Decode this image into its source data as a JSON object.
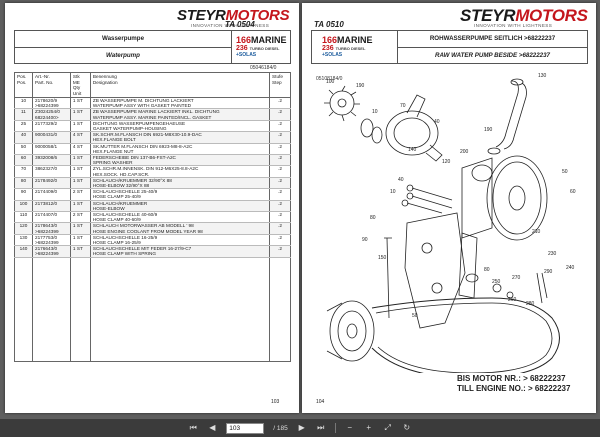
{
  "left_page": {
    "brand_prefix": "STEYR",
    "brand_suffix": "MOTORS",
    "tagline": "INNOVATION WITH LIGHTNESS",
    "code": "TA 0504",
    "title_de": "Wasserpumpe",
    "title_en": "Waterpump",
    "marine": {
      "num1": "166",
      "num2": "236",
      "word": "MARINE",
      "sub": "TURBO DIESEL",
      "solas": "+SOLAS"
    },
    "ref": "05046184/0",
    "headers": {
      "pos": "Pos.\nPos.",
      "art": "Art.-Nr.\nPart. No.",
      "qty": "Stk ME\nQty Unit",
      "des": "Benennung\nDesignation",
      "stufe": "Stufe\nStep"
    },
    "rows": [
      {
        "pos": "10",
        "art": "2178620/9\n>68224399",
        "qty": "1  ST",
        "des": "ZB WASSERPUMPE M. DICHTUNG          LACKIERT\nWATERPUMP ASSY WITH GASKET     PAINTED",
        "stufe": ".2"
      },
      {
        "pos": "11",
        "art": "Z3024254/0\n68224400>",
        "qty": "1  ST",
        "des": "ZB WASSERPUMPE MARINE LACKIERT INKL. DICHTUNG\nWATERPUMP ASSY. MARINE PAINTED/INCL. GASKET",
        "stufe": ".2"
      },
      {
        "pos": "25",
        "art": "2177329/2",
        "qty": "1  ST",
        "des": "DICHTUNG WASSERPUMPENGEHAEUSE\nGASKET WATERPUMP-HOUSING",
        "stufe": ".2"
      },
      {
        "pos": "40",
        "art": "9000431/0",
        "qty": "4  ST",
        "des": "SK.SCHR.M.FLANSCH              DIN 6921-M8X30-10.9-DAC\nHEX.FLANGE BOLT",
        "stufe": ".2"
      },
      {
        "pos": "50",
        "art": "9000058/1",
        "qty": "4  ST",
        "des": "SK.MUTTER M.FLANSCH         DIN 6923-M8-8-A2C\nHEX.FLANGE NUT",
        "stufe": ".2"
      },
      {
        "pos": "60",
        "art": "3932008/6",
        "qty": "1  ST",
        "des": "FEDERSCHEIBE                        DIN 137-B6-FST-A2C\nSPRING WASHER",
        "stufe": ".2"
      },
      {
        "pos": "70",
        "art": "3862327/0",
        "qty": "1  ST",
        "des": "ZYL.SCHR.M.INNENSK.         DIN 912-M6X25-8.8-A2C\nHEX.SOCK. HD.CAP.SCR.",
        "stufe": ".2"
      },
      {
        "pos": "80",
        "art": "2178492/0",
        "qty": "1  ST",
        "des": "SCHLAUCH/KRUEMMER 32/90°X 88\nHOSE-ELBOW 32/90°X 88",
        "stufe": ".2"
      },
      {
        "pos": "90",
        "art": "2174409/0",
        "qty": "2  ST",
        "des": "SCHLAUCHSCHELLE 25-40/9\nHOSE CLAMP 25-40/9",
        "stufe": ".2"
      },
      {
        "pos": "100",
        "art": "2173812/0",
        "qty": "1  ST",
        "des": "SCHLAUCH/KRUEMMER\nHOSE-ELBOW",
        "stufe": ".2"
      },
      {
        "pos": "110",
        "art": "2174407/0",
        "qty": "2  ST",
        "des": "SCHLAUCHSCHELLE 40-60/9\nHOSE CLAMP 40-60/9",
        "stufe": ".2"
      },
      {
        "pos": "120",
        "art": "2178643/0\n>68224399",
        "qty": "1  ST",
        "des": "SCHLAUCH MOTORWASSER  AB MODELL ’ 98\nHOSE ENGINE COOLANT     FROM MODEL YEAR 98",
        "stufe": ".2"
      },
      {
        "pos": "130",
        "art": "2177753/0\n>68224399",
        "qty": "1  ST",
        "des": "SCHLAUCHSCHELLE 16-25/9\nHOSE CLAMP 16-25/9",
        "stufe": ".2"
      },
      {
        "pos": "140",
        "art": "2176643/0\n>68224399",
        "qty": "1  ST",
        "des": "SCHLAUCHSCHELLE MIT FEDER  16-27/9-C7\nHOSE CLAMP WITH SPRING",
        "stufe": ".2"
      }
    ],
    "page_number": "103"
  },
  "right_page": {
    "brand_prefix": "STEYR",
    "brand_suffix": "MOTORS",
    "tagline": "INNOVATION WITH LIGHTNESS",
    "code": "TA 0510",
    "marine": {
      "num1": "166",
      "num2": "236",
      "word": "MARINE",
      "sub": "TURBO DIESEL",
      "solas": "+SOLAS"
    },
    "title_de": "ROHWASSERPUMPE SEITLICH >68222237",
    "title_en": "RAW WATER PUMP BESIDE  >68222237",
    "ref": "05108184/0",
    "callouts": [
      "100",
      "190",
      "10",
      "70",
      "40",
      "140",
      "120",
      "130",
      "190",
      "200",
      "50",
      "60",
      "40",
      "10",
      "80",
      "90",
      "150",
      "50",
      "80",
      "270",
      "250",
      "260",
      "280",
      "290",
      "240",
      "230",
      "210"
    ],
    "bis_line1": "BIS MOTOR NR.: > 68222237",
    "bis_line2": "TILL ENGINE NO.: > 68222237",
    "page_number": "104"
  },
  "toolbar": {
    "current_page": "103",
    "page_count": "/ 185",
    "icons": [
      "first-page-icon",
      "prev-page-icon",
      "next-page-icon",
      "last-page-icon",
      "zoom-out-icon",
      "zoom-in-icon",
      "fit-page-icon",
      "rotate-icon"
    ]
  }
}
